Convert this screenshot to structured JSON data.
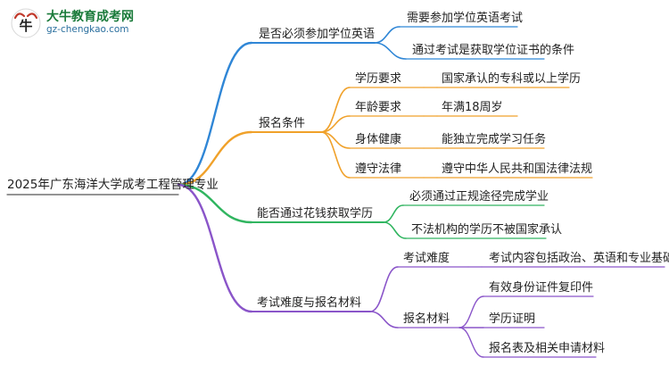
{
  "brand": {
    "name": "大牛教育成考网",
    "url": "gz-chengkao.com",
    "logo_icon": "bull-head-logo-icon"
  },
  "colors": {
    "blue": "#2f86d6",
    "orange": "#f0a12a",
    "green": "#31b560",
    "purple": "#8a55c9"
  },
  "root": "2025年广东海洋大学成考工程管理专业",
  "branches": [
    {
      "label": "是否必须参加学位英语",
      "children": [
        {
          "label": "需要参加学位英语考试"
        },
        {
          "label": "通过考试是获取学位证书的条件"
        }
      ]
    },
    {
      "label": "报名条件",
      "children": [
        {
          "label": "学历要求",
          "detail": "国家承认的专科或以上学历"
        },
        {
          "label": "年龄要求",
          "detail": "年满18周岁"
        },
        {
          "label": "身体健康",
          "detail": "能独立完成学习任务"
        },
        {
          "label": "遵守法律",
          "detail": "遵守中华人民共和国法律法规"
        }
      ]
    },
    {
      "label": "能否通过花钱获取学历",
      "children": [
        {
          "label": "必须通过正规途径完成学业"
        },
        {
          "label": "不法机构的学历不被国家承认"
        }
      ]
    },
    {
      "label": "考试难度与报名材料",
      "children": [
        {
          "label": "考试难度",
          "details": [
            "考试内容包括政治、英语和专业基础课程"
          ]
        },
        {
          "label": "报名材料",
          "details": [
            "有效身份证件复印件",
            "学历证明",
            "报名表及相关申请材料"
          ]
        }
      ]
    }
  ]
}
